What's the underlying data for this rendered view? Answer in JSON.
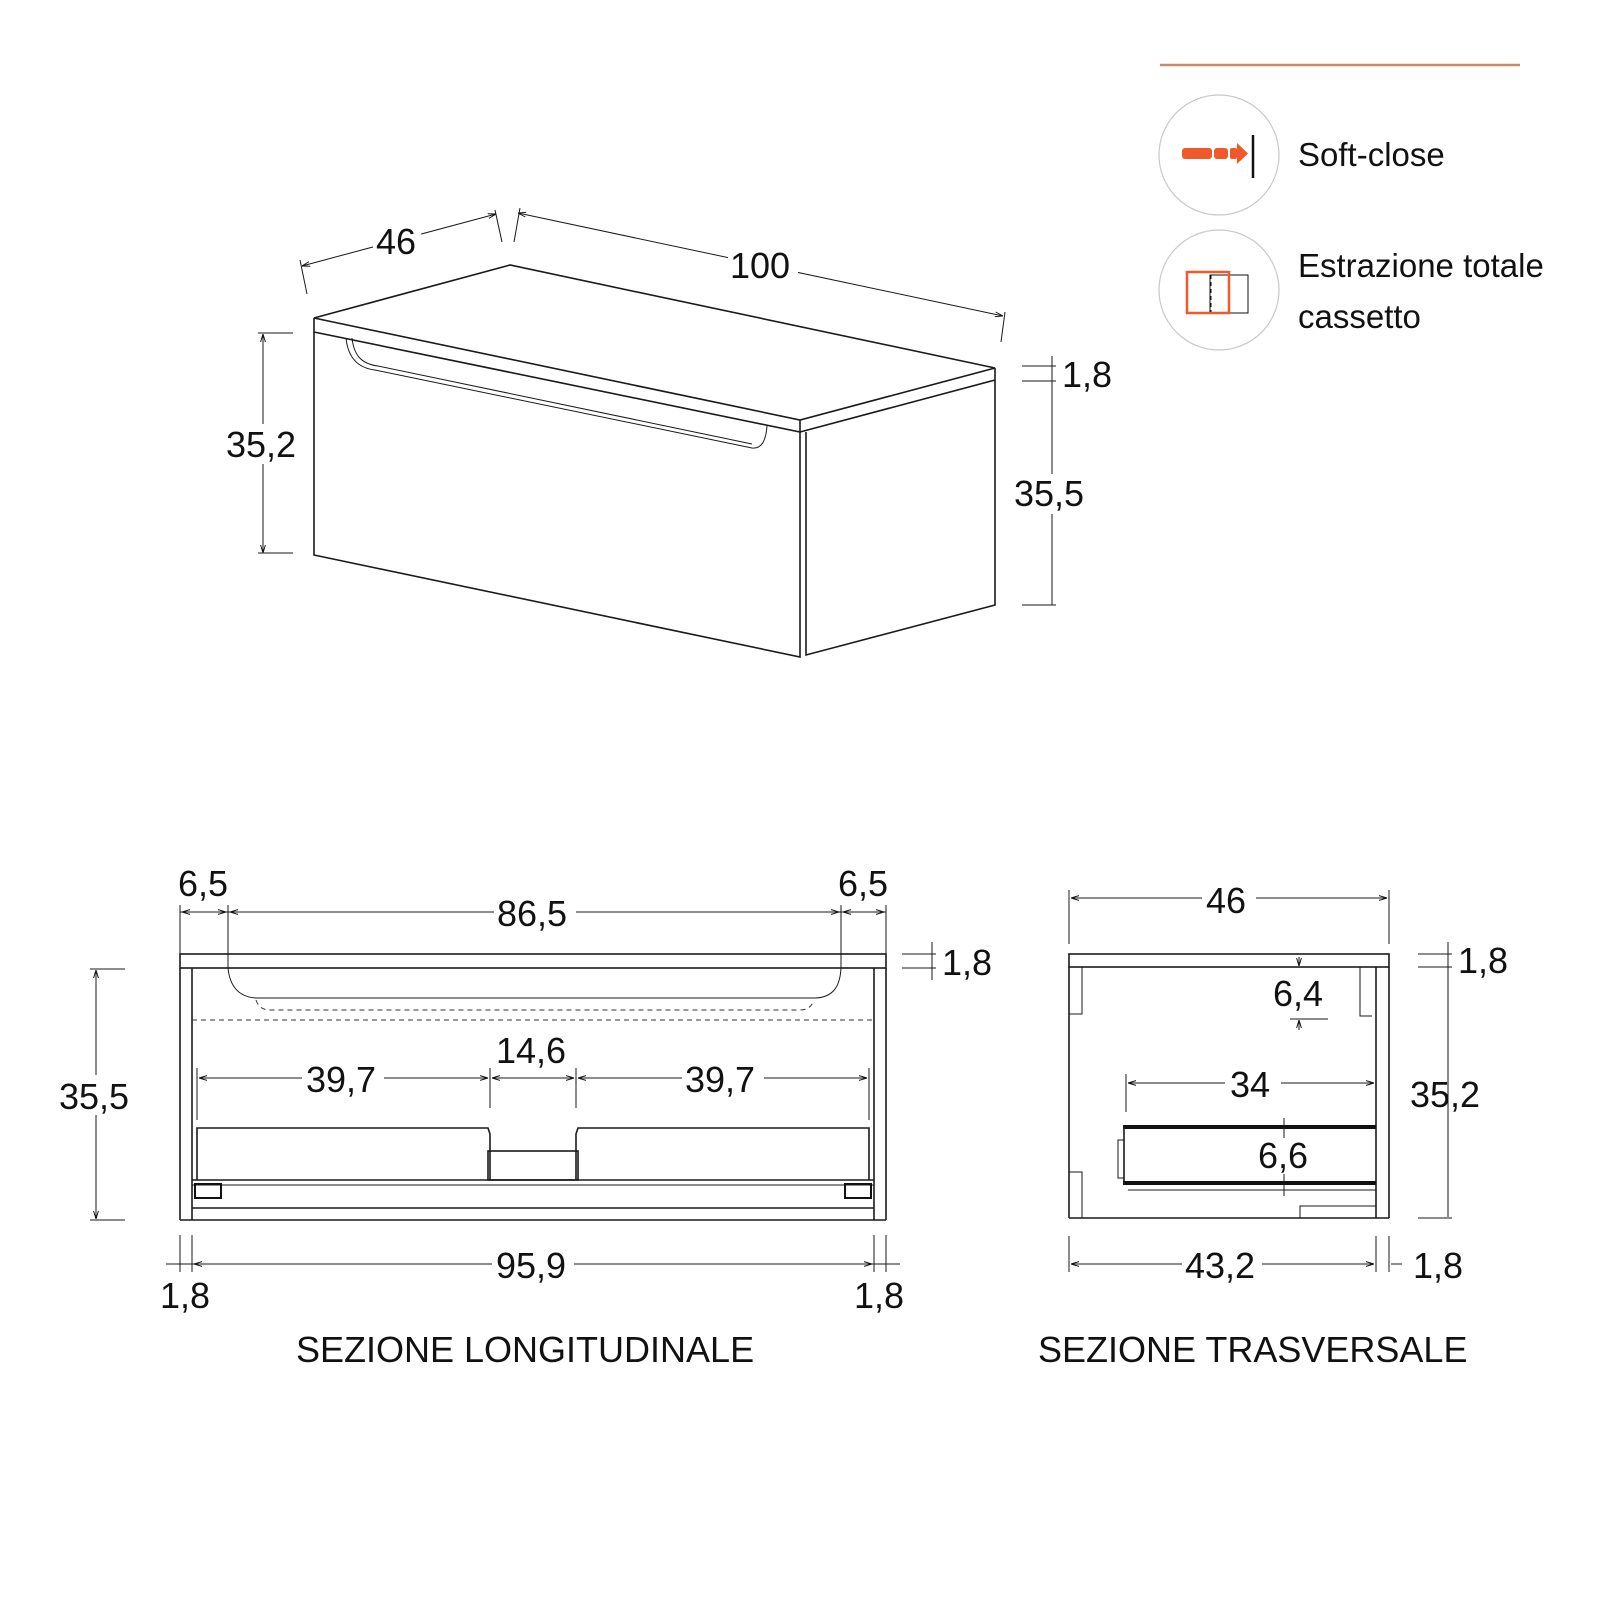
{
  "colors": {
    "accent": "#f0592a",
    "divider": "#c98a6a",
    "line": "#1a1a1a",
    "circle": "#c8c8c8"
  },
  "legend": {
    "items": [
      {
        "icon": "soft-close-icon",
        "label": "Soft-close"
      },
      {
        "icon": "full-extraction-icon",
        "label_line1": "Estrazione totale",
        "label_line2": "cassetto"
      }
    ]
  },
  "isometric": {
    "depth": "46",
    "width": "100",
    "front_height": "35,2",
    "top_thickness": "1,8",
    "side_height": "35,5"
  },
  "longitudinal": {
    "title": "SEZIONE LONGITUDINALE",
    "handle_left": "6,5",
    "handle_length": "86,5",
    "handle_right": "6,5",
    "top_thickness": "1,8",
    "height": "35,5",
    "gap": "14,6",
    "drawer_left": "39,7",
    "drawer_right": "39,7",
    "inner_width": "95,9",
    "side_left": "1,8",
    "side_right": "1,8"
  },
  "transverse": {
    "title": "SEZIONE TRASVERSALE",
    "depth": "46",
    "top_thickness": "1,8",
    "handle_depth": "6,4",
    "drawer_depth": "34",
    "height": "35,2",
    "drawer_height": "6,6",
    "inner_depth": "43,2",
    "back_thickness": "1,8"
  }
}
